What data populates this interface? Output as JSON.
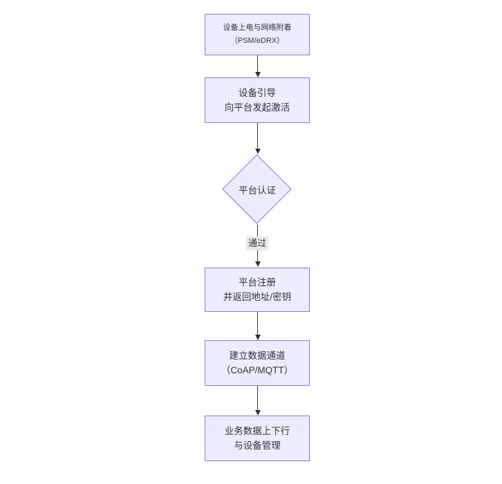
{
  "diagram": {
    "type": "flowchart-vertical",
    "colors": {
      "background": "#ffffff",
      "node_fill": "#ECECFF",
      "node_border": "#9370DB",
      "arrow_color": "#333333",
      "text_color": "#333333",
      "edge_label_bg": "#e8e8e8"
    },
    "nodes": [
      {
        "id": "power-attach",
        "shape": "rect",
        "line1": "设备上电与网络附着",
        "line2": "（PSM/eDRX）"
      },
      {
        "id": "bootstrap",
        "shape": "rect",
        "line1": "设备引导",
        "line2": "向平台发起激活"
      },
      {
        "id": "auth",
        "shape": "diamond",
        "line1": "平台认证",
        "line2": ""
      },
      {
        "id": "register",
        "shape": "rect",
        "line1": "平台注册",
        "line2": "并返回地址/密钥"
      },
      {
        "id": "data-channel",
        "shape": "rect",
        "line1": "建立数据通道",
        "line2": "（CoAP/MQTT）"
      },
      {
        "id": "business",
        "shape": "rect",
        "line1": "业务数据上下行",
        "line2": "与设备管理"
      }
    ],
    "edge_label": {
      "text": "通过"
    }
  }
}
